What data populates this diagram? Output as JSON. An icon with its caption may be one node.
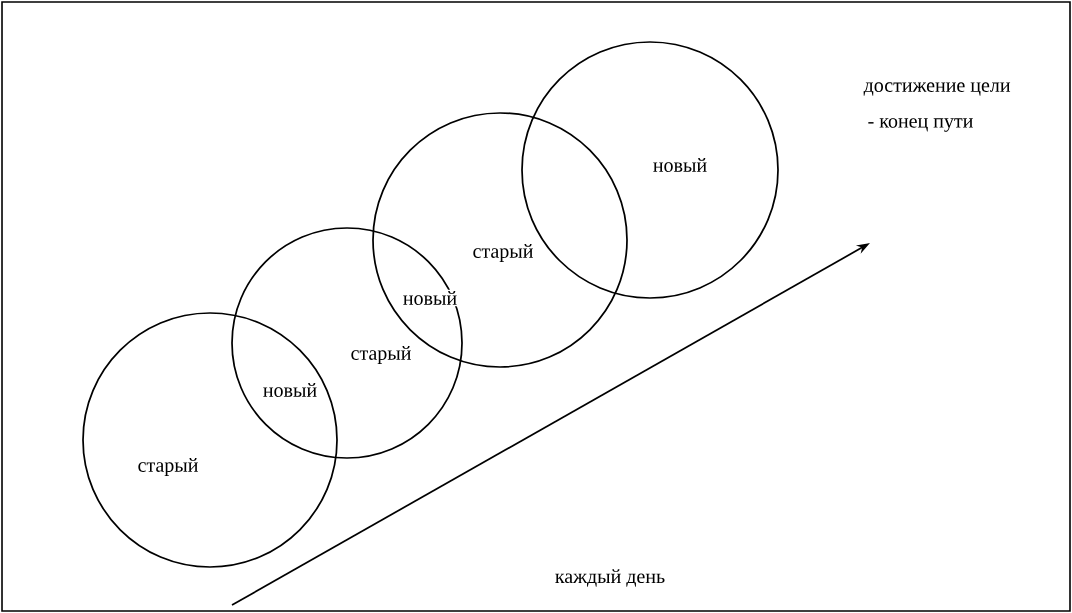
{
  "diagram": {
    "nodes": [
      {
        "text": [
          "старый"
        ]
      },
      {
        "text": [
          "новый",
          "старый",
          "новый"
        ]
      },
      {
        "text": [
          "старый"
        ]
      },
      {
        "text": [
          "новый"
        ]
      }
    ],
    "labels": [
      "достижение цели",
      "-   конец пути",
      "каждый день"
    ]
  }
}
